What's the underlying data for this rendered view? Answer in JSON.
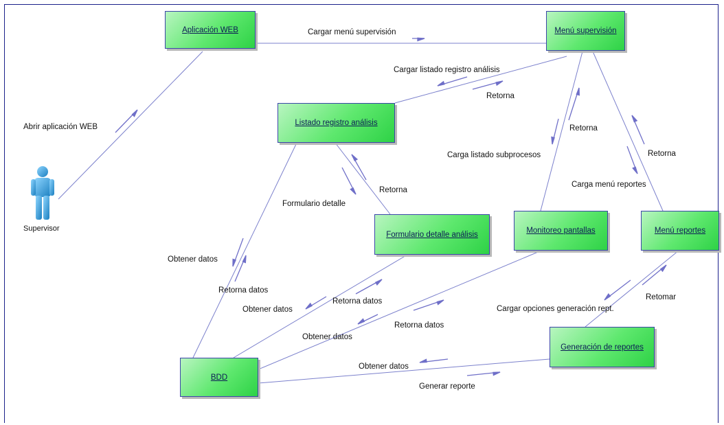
{
  "nodes": {
    "aplicacion_web": "Aplicación WEB",
    "menu_supervision": "Menú supervisión",
    "listado_registro": "Listado registro análisis",
    "formulario_detalle": "Formulario detalle análisis",
    "monitoreo_pantallas": "Monitoreo pantallas",
    "menu_reportes": "Menú reportes",
    "generacion_reportes": "Generación de reportes",
    "bdd": "BDD"
  },
  "actor": {
    "name": "Supervisor"
  },
  "messages": {
    "abrir_aplicacion": "Abrir aplicación WEB",
    "cargar_menu_supervision": "Cargar menú supervisión",
    "cargar_listado_registro": "Cargar listado registro análisis",
    "retorna_listado": "Retorna",
    "retorna_monitoreo": "Retorna",
    "carga_listado_subprocesos": "Carga listado subprocesos",
    "retorna_reportes": "Retorna",
    "carga_menu_reportes": "Carga menú reportes",
    "formulario_detalle": "Formulario detalle",
    "retorna_formulario": "Retorna",
    "obtener_datos_listado": "Obtener datos",
    "retorna_datos_listado": "Retorna datos",
    "obtener_datos_formulario": "Obtener datos",
    "retorna_datos_formulario": "Retorna datos",
    "obtener_datos_monitoreo": "Obtener datos",
    "retorna_datos_monitoreo": "Retorna datos",
    "cargar_opciones_generacion": "Cargar opciones generación rept.",
    "retomar": "Retomar",
    "obtener_datos_generacion": "Obtener datos",
    "generar_reporte": "Generar reporte"
  },
  "colors": {
    "line": "#7b80cc",
    "arrow": "#6f6fc8",
    "node_border": "#3b45a8",
    "node_fill": "#5ee86e",
    "frame": "#1a1f8a",
    "actor": "#2a9fd6"
  },
  "icons": {
    "actor": "person-icon"
  }
}
